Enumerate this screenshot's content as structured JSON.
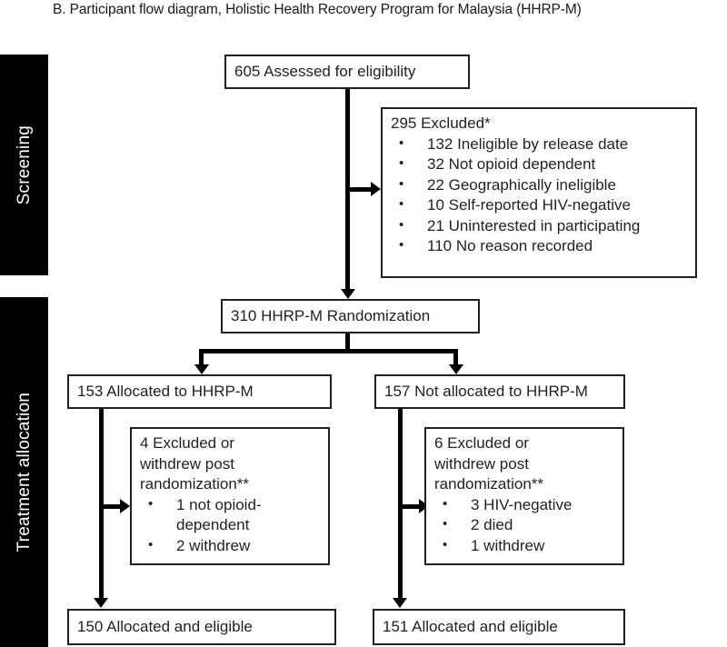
{
  "figure": {
    "title": "B. Participant flow diagram, Holistic Health Recovery Program for Malaysia (HHRP-M)"
  },
  "bands": {
    "screening": "Screening",
    "treatment_allocation": "Treatment allocation"
  },
  "nodes": {
    "assessed": "605 Assessed for eligibility",
    "excluded_header": "295 Excluded*",
    "excluded_items": [
      "132 Ineligible by release date",
      "32 Not opioid dependent",
      "22 Geographically ineligible",
      "10 Self-reported HIV-negative",
      "21 Uninterested in participating",
      "110 No reason recorded"
    ],
    "randomization": "310 HHRP-M Randomization",
    "allocated_left": "153 Allocated to HHRP-M",
    "allocated_right": "157 Not allocated to HHRP-M",
    "withdrew_left_header_l1": "4 Excluded or",
    "withdrew_left_header_l2": "withdrew post",
    "withdrew_left_header_l3": "randomization**",
    "withdrew_left_items": [
      "1 not opioid-",
      "dependent",
      "2 withdrew"
    ],
    "withdrew_right_header_l1": "6 Excluded or",
    "withdrew_right_header_l2": "withdrew post",
    "withdrew_right_header_l3": "randomization**",
    "withdrew_right_items": [
      "3 HIV-negative",
      "2 died",
      "1 withdrew"
    ],
    "eligible_left": "150 Allocated and eligible",
    "eligible_right": "151 Allocated and eligible"
  },
  "colors": {
    "band_background": "#000000",
    "band_text": "#ffffff",
    "box_border": "#231f20",
    "connector": "#000000",
    "page_background": "#ffffff"
  }
}
